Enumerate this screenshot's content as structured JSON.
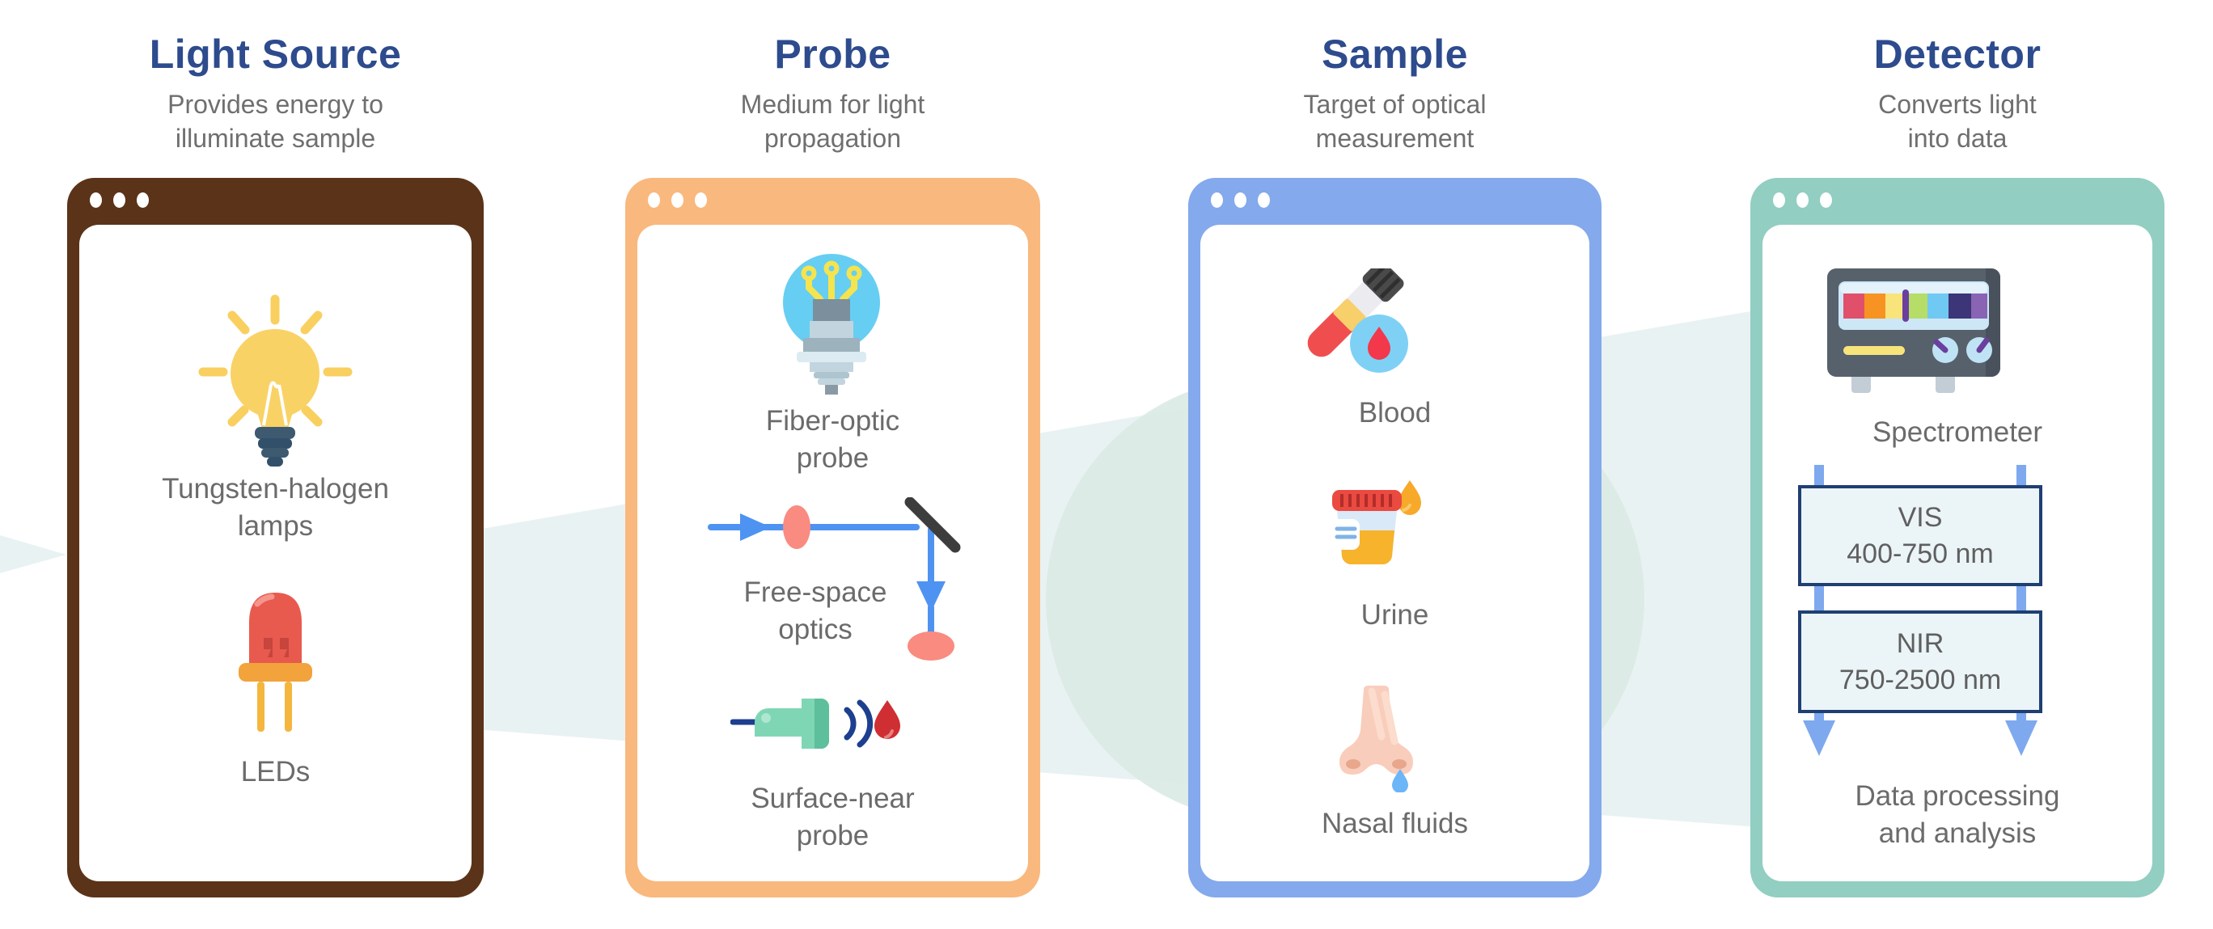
{
  "colors": {
    "title_navy": "#2d4b8d",
    "text_gray": "#6b6b6b",
    "beam_light": "#e9f2f3",
    "beam_capsule": "#dbeae5",
    "arrow_blue": "#7ea9ee",
    "band_box_border": "#1f3f73",
    "band_box_fill": "#ebf4f7"
  },
  "columns": [
    {
      "title": "Light Source",
      "subtitle": "Provides energy to\nilluminate sample",
      "accent": "#5b3318",
      "items": [
        {
          "icon": "lightbulb-icon",
          "label": "Tungsten-halogen\nlamps"
        },
        {
          "icon": "led-icon",
          "label": "LEDs"
        }
      ]
    },
    {
      "title": "Probe",
      "subtitle": "Medium for light\npropagation",
      "accent": "#f9b87d",
      "items": [
        {
          "icon": "fiber-optic-probe-icon",
          "label": "Fiber-optic\nprobe"
        },
        {
          "icon": "free-space-optics-icon",
          "label": "Free-space\noptics"
        },
        {
          "icon": "surface-near-probe-icon",
          "label": "Surface-near\nprobe"
        }
      ]
    },
    {
      "title": "Sample",
      "subtitle": "Target of optical\nmeasurement",
      "accent": "#84a9ec",
      "items": [
        {
          "icon": "blood-test-tube-icon",
          "label": "Blood"
        },
        {
          "icon": "urine-cup-icon",
          "label": "Urine"
        },
        {
          "icon": "nose-icon",
          "label": "Nasal fluids"
        }
      ]
    },
    {
      "title": "Detector",
      "subtitle": "Converts light\ninto data",
      "accent": "#92cec2",
      "items": [
        {
          "icon": "spectrometer-icon",
          "label": "Spectrometer"
        }
      ],
      "bands": [
        {
          "name": "VIS",
          "range": "400-750 nm",
          "label": "VIS\n400-750 nm"
        },
        {
          "name": "NIR",
          "range": "750-2500 nm",
          "label": "NIR\n750-2500 nm"
        }
      ],
      "footer": "Data processing\nand analysis"
    }
  ]
}
